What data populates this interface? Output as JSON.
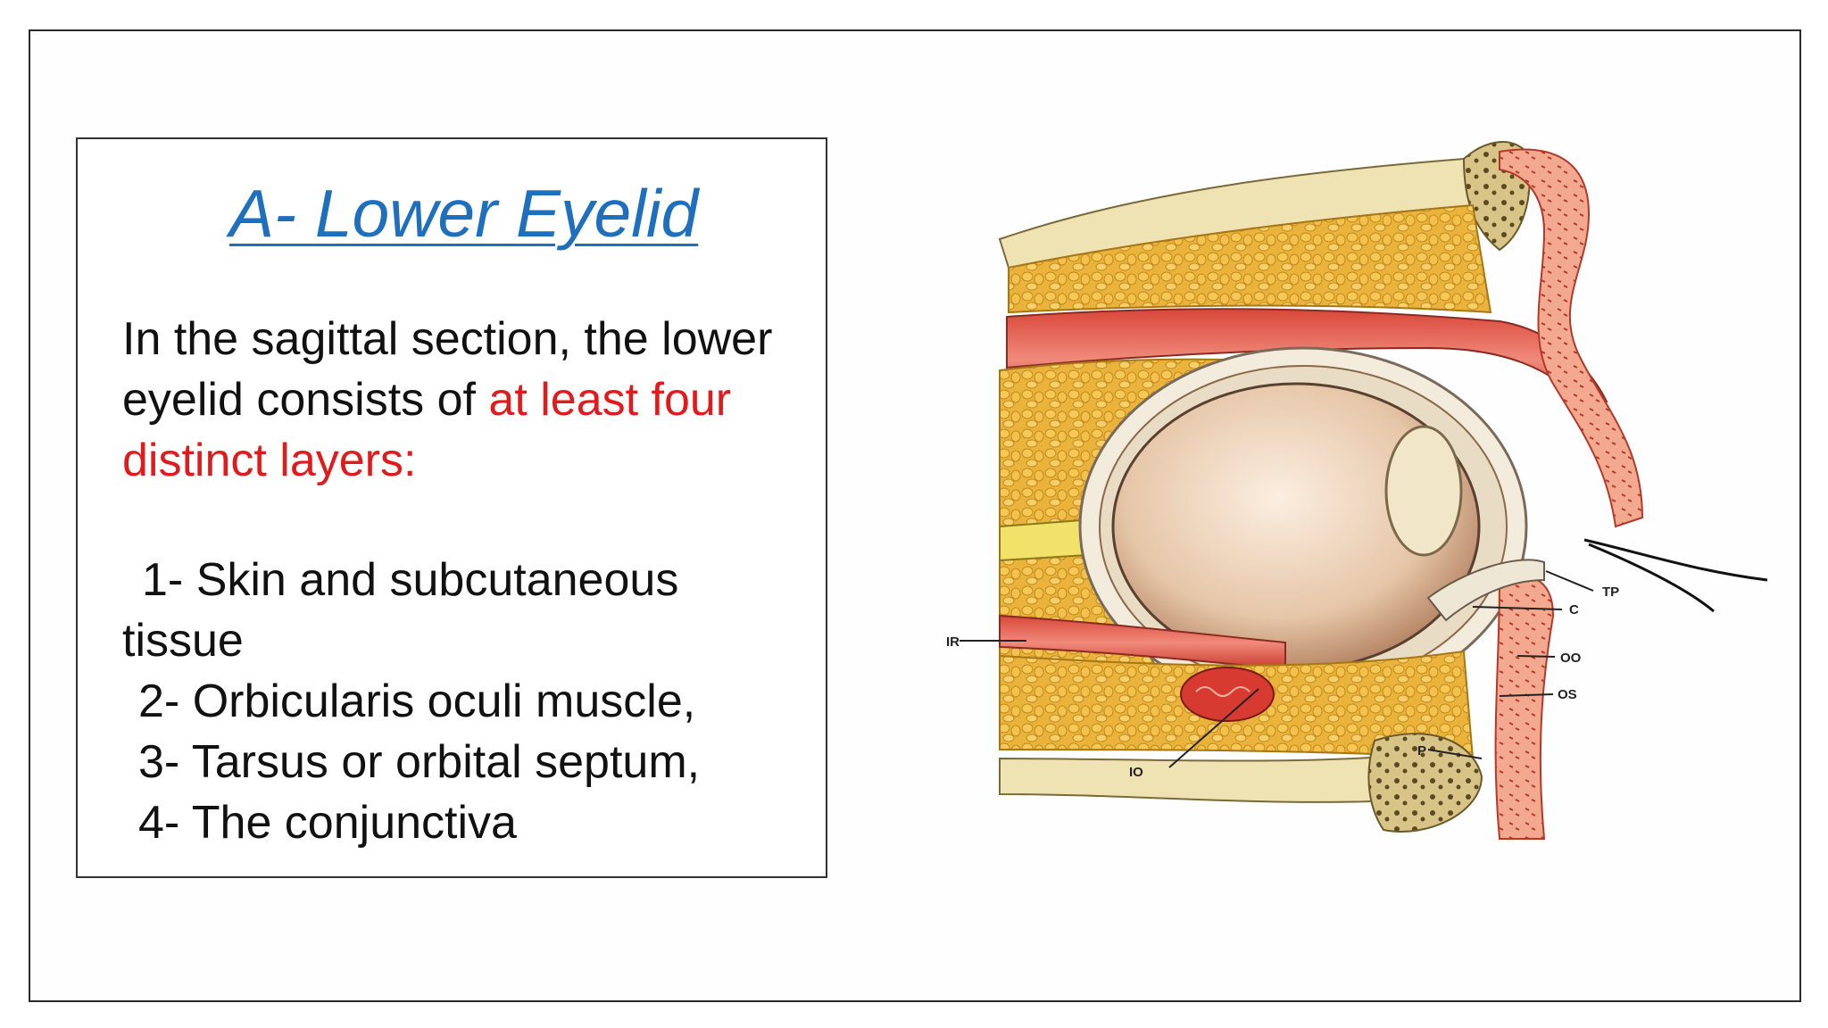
{
  "slide": {
    "title": "A- Lower Eyelid",
    "intro_plain": "In the sagittal section, the lower eyelid consists of ",
    "intro_highlight": "at least four distinct layers:",
    "layers": [
      {
        "num": "1-",
        "text": " Skin and subcutaneous",
        "cont": "tissue"
      },
      {
        "num": "2-",
        "text": " Orbicularis oculi muscle,"
      },
      {
        "num": "3-",
        "text": " Tarsus or orbital septum,"
      },
      {
        "num": "4-",
        "text": " The conjunctiva"
      }
    ],
    "colors": {
      "title": "#1f6fbf",
      "highlight": "#e11b1b",
      "text": "#111111"
    }
  },
  "figure": {
    "labels": {
      "ir": "IR",
      "io": "IO",
      "tp": "TP",
      "c": "C",
      "oo": "OO",
      "os": "OS",
      "p": "P"
    }
  }
}
